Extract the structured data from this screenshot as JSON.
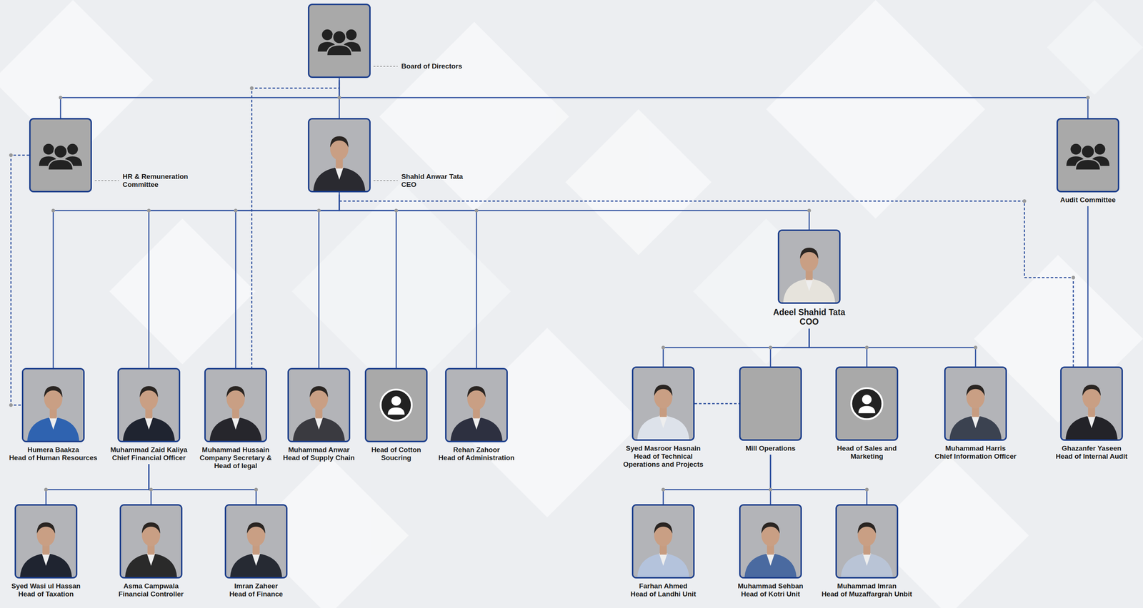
{
  "diagram": {
    "nodes": [
      {
        "text": [
          "Board of Directors"
        ]
      },
      {
        "text": [
          "HR & Remuneration Committee"
        ]
      },
      {
        "text": [
          "Shahid Anwar Tata",
          "CEO"
        ]
      },
      {
        "text": [
          "Audit Committee"
        ]
      },
      {
        "text": [
          "Adeel Shahid Tata",
          "COO"
        ]
      },
      {
        "text": [
          "Humera Baakza",
          "Head of Human Resources"
        ]
      },
      {
        "text": [
          "Muhammad Zaid Kaliya",
          "Chief Financial Officer"
        ]
      },
      {
        "text": [
          "Muhammad Hussain",
          "Company Secretary & Head of legal"
        ]
      },
      {
        "text": [
          "Muhammad Anwar",
          "Head of Supply Chain"
        ]
      },
      {
        "text": [
          "Head of Cotton Soucring"
        ]
      },
      {
        "text": [
          "Rehan Zahoor",
          "Head of Administration"
        ]
      },
      {
        "text": [
          "Syed Masroor Hasnain",
          "Head of Technical Operations and Projects"
        ]
      },
      {
        "text": [
          "Mill Operations"
        ]
      },
      {
        "text": [
          "Head of Sales and Marketing"
        ]
      },
      {
        "text": [
          "Muhammad Harris",
          "Chief Information Officer"
        ]
      },
      {
        "text": [
          "Ghazanfer Yaseen",
          "Head of Internal Audit"
        ]
      },
      {
        "text": [
          "Syed Wasi ul Hassan",
          "Head of Taxation"
        ]
      },
      {
        "text": [
          "Asma Campwala",
          "Financial Controller"
        ]
      },
      {
        "text": [
          "Imran Zaheer",
          "Head of Finance"
        ]
      },
      {
        "text": [
          "Farhan Ahmed",
          "Head of Landhi Unit"
        ]
      },
      {
        "text": [
          "Muhammad Sehban",
          "Head of Kotri Unit"
        ]
      },
      {
        "text": [
          "Muhammad Imran",
          "Head of Muzaffargrah Unbit"
        ]
      }
    ],
    "edges": [
      {
        "from": 0,
        "to": 1,
        "arrow": "none"
      },
      {
        "from": 0,
        "to": 2,
        "arrow": "none"
      },
      {
        "from": 0,
        "to": 3,
        "arrow": "none"
      },
      {
        "from": 2,
        "to": 5,
        "arrow": "none"
      },
      {
        "from": 2,
        "to": 6,
        "arrow": "none"
      },
      {
        "from": 2,
        "to": 7,
        "arrow": "none"
      },
      {
        "from": 2,
        "to": 8,
        "arrow": "none"
      },
      {
        "from": 2,
        "to": 9,
        "arrow": "none"
      },
      {
        "from": 2,
        "to": 10,
        "arrow": "none"
      },
      {
        "from": 2,
        "to": 4,
        "arrow": "none"
      },
      {
        "from": 4,
        "to": 11,
        "arrow": "none"
      },
      {
        "from": 4,
        "to": 12,
        "arrow": "none"
      },
      {
        "from": 4,
        "to": 13,
        "arrow": "none"
      },
      {
        "from": 4,
        "to": 14,
        "arrow": "none"
      },
      {
        "from": 6,
        "to": 16,
        "arrow": "none"
      },
      {
        "from": 6,
        "to": 17,
        "arrow": "none"
      },
      {
        "from": 6,
        "to": 18,
        "arrow": "none"
      },
      {
        "from": 12,
        "to": 19,
        "arrow": "none"
      },
      {
        "from": 12,
        "to": 20,
        "arrow": "none"
      },
      {
        "from": 12,
        "to": 21,
        "arrow": "none"
      },
      {
        "from": 3,
        "to": 15,
        "arrow": "none"
      },
      {
        "from": 0,
        "to": 7,
        "arrow": "none"
      },
      {
        "from": 1,
        "to": 5,
        "arrow": "none"
      },
      {
        "from": 2,
        "to": 15,
        "arrow": "none"
      },
      {
        "from": 11,
        "to": 12,
        "arrow": "none"
      }
    ]
  }
}
